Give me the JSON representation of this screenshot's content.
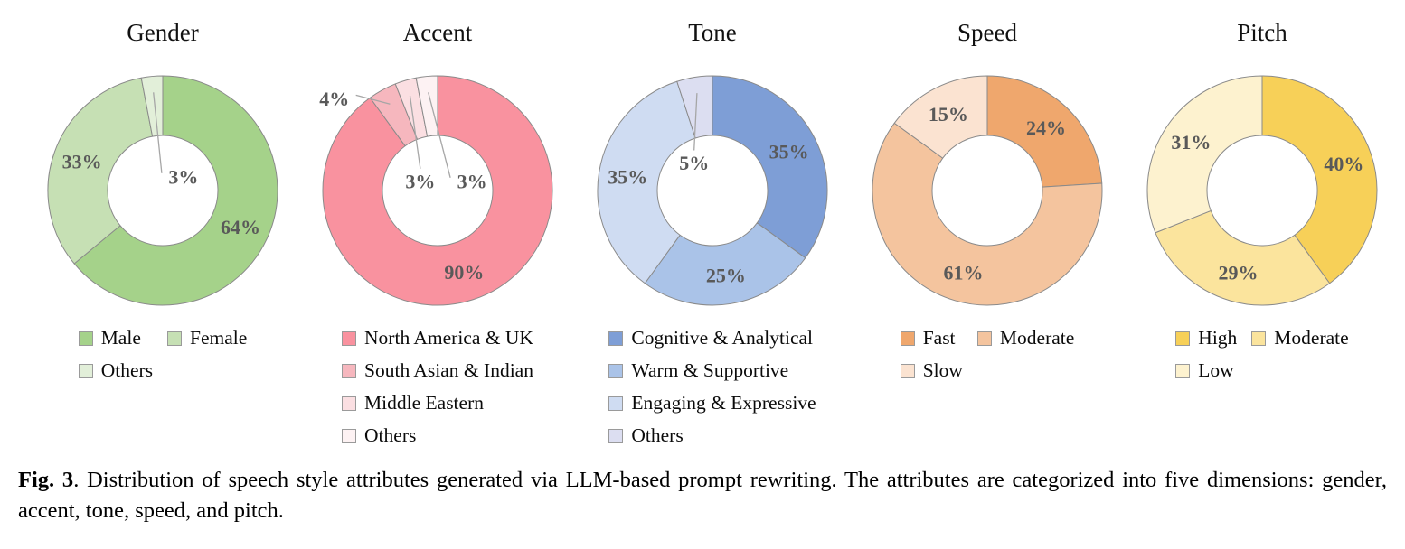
{
  "caption": {
    "label": "Fig. 3",
    "text": ". Distribution of speech style attributes generated via LLM-based prompt rewriting. The attributes are categorized into five dimensions: gender, accent, tone, speed, and pitch."
  },
  "colors": {
    "percent_label": "#595959",
    "slice_stroke": "#8a8a8a",
    "leader_line": "#a6a6a6",
    "title_text": "#111111",
    "legend_text": "#0a0a0a"
  },
  "chart_data": [
    {
      "type": "donut",
      "title": "Gender",
      "legend_columns": 2,
      "categories": [
        "Male",
        "Female",
        "Others"
      ],
      "values": [
        64,
        33,
        3
      ],
      "slices": [
        {
          "name": "Male",
          "value": 64,
          "label": "64%",
          "color": "#a5d28a",
          "label_mode": "ring"
        },
        {
          "name": "Female",
          "value": 33,
          "label": "33%",
          "color": "#c6e0b4",
          "label_mode": "ring"
        },
        {
          "name": "Others",
          "value": 3,
          "label": "3%",
          "color": "#e2efd9",
          "label_mode": "anchor",
          "anchor": [
            0.18,
            -0.12
          ],
          "leader": true
        }
      ]
    },
    {
      "type": "donut",
      "title": "Accent",
      "legend_columns": 1,
      "categories": [
        "North America & UK",
        "South Asian & Indian",
        "Middle Eastern",
        "Others"
      ],
      "values": [
        90,
        4,
        3,
        3
      ],
      "slices": [
        {
          "name": "North America & UK",
          "value": 90,
          "label": "90%",
          "color": "#f9929f",
          "label_mode": "ring"
        },
        {
          "name": "South Asian & Indian",
          "value": 4,
          "label": "4%",
          "color": "#f6b7be",
          "label_mode": "anchor",
          "anchor": [
            -0.9,
            -0.8
          ],
          "leader": true
        },
        {
          "name": "Middle Eastern",
          "value": 3,
          "label": "3%",
          "color": "#fbdfe2",
          "label_mode": "anchor",
          "anchor": [
            -0.15,
            -0.08
          ],
          "leader": true
        },
        {
          "name": "Others",
          "value": 3,
          "label": "3%",
          "color": "#fdf2f3",
          "label_mode": "anchor",
          "anchor": [
            0.3,
            -0.08
          ],
          "leader": true
        }
      ]
    },
    {
      "type": "donut",
      "title": "Tone",
      "legend_columns": 1,
      "categories": [
        "Cognitive & Analytical",
        "Warm & Supportive",
        "Engaging & Expressive",
        "Others"
      ],
      "values": [
        35,
        25,
        35,
        5
      ],
      "slices": [
        {
          "name": "Cognitive & Analytical",
          "value": 35,
          "label": "35%",
          "color": "#7e9ed6",
          "label_mode": "ring"
        },
        {
          "name": "Warm & Supportive",
          "value": 25,
          "label": "25%",
          "color": "#aac3e8",
          "label_mode": "ring"
        },
        {
          "name": "Engaging & Expressive",
          "value": 35,
          "label": "35%",
          "color": "#cfdcf2",
          "label_mode": "ring"
        },
        {
          "name": "Others",
          "value": 5,
          "label": "5%",
          "color": "#dcdef1",
          "label_mode": "anchor",
          "anchor": [
            -0.16,
            -0.24
          ],
          "leader": true
        }
      ]
    },
    {
      "type": "donut",
      "title": "Speed",
      "legend_columns": 2,
      "categories": [
        "Fast",
        "Moderate",
        "Slow"
      ],
      "values": [
        24,
        61,
        15
      ],
      "slices": [
        {
          "name": "Fast",
          "value": 24,
          "label": "24%",
          "color": "#efa76d",
          "label_mode": "ring"
        },
        {
          "name": "Moderate",
          "value": 61,
          "label": "61%",
          "color": "#f4c49e",
          "label_mode": "ring"
        },
        {
          "name": "Slow",
          "value": 15,
          "label": "15%",
          "color": "#fbe3d1",
          "label_mode": "ring"
        }
      ]
    },
    {
      "type": "donut",
      "title": "Pitch",
      "legend_columns": 2,
      "categories": [
        "High",
        "Moderate",
        "Low"
      ],
      "values": [
        40,
        29,
        31
      ],
      "slices": [
        {
          "name": "High",
          "value": 40,
          "label": "40%",
          "color": "#f7d058",
          "label_mode": "ring"
        },
        {
          "name": "Moderate",
          "value": 29,
          "label": "29%",
          "color": "#fbe49d",
          "label_mode": "ring"
        },
        {
          "name": "Low",
          "value": 31,
          "label": "31%",
          "color": "#fdf2cf",
          "label_mode": "ring"
        }
      ]
    }
  ]
}
